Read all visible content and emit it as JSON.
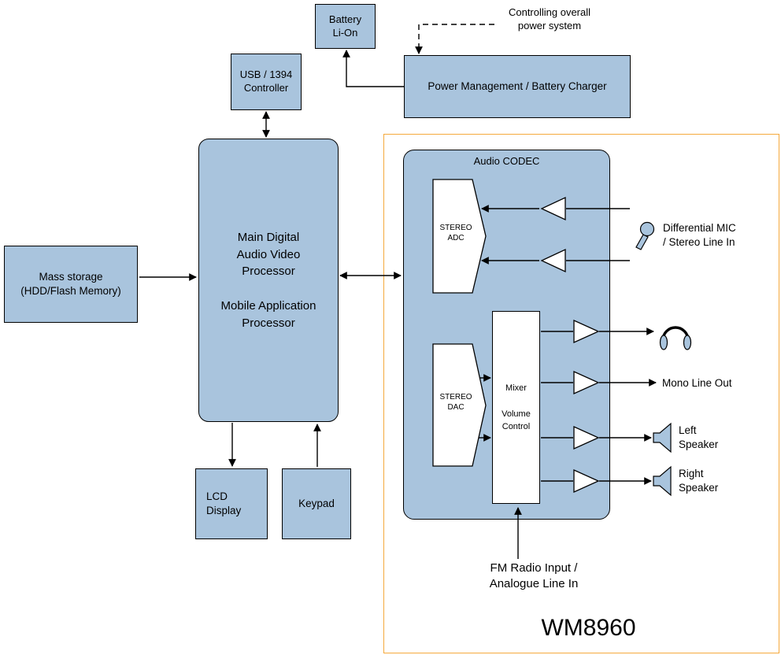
{
  "colors": {
    "node_fill": "#A9C4DD",
    "node_border": "#000000",
    "wm8960_border": "#F5A93C",
    "background": "#FFFFFF"
  },
  "nodes": {
    "battery": {
      "label": "Battery\nLi-On"
    },
    "usb_controller": {
      "label": "USB / 1394\nController"
    },
    "power_management": {
      "label": "Power Management / Battery Charger"
    },
    "power_note": {
      "label": "Controlling overall\npower system"
    },
    "main_processor": {
      "label": "Main Digital\nAudio Video\nProcessor\n\nMobile Application\nProcessor"
    },
    "mass_storage": {
      "label": "Mass storage\n(HDD/Flash Memory)"
    },
    "lcd_display": {
      "label": "LCD\nDisplay"
    },
    "keypad": {
      "label": "Keypad"
    },
    "audio_codec": {
      "label": "Audio CODEC"
    },
    "stereo_adc": {
      "label": "STEREO\nADC"
    },
    "stereo_dac": {
      "label": "STEREO\nDAC"
    },
    "mixer": {
      "label": "Mixer\n\nVolume\nControl"
    },
    "mic_label": {
      "label": "Differential MIC\n/ Stereo Line In"
    },
    "mono_line_out": {
      "label": "Mono Line Out"
    },
    "left_speaker": {
      "label": "Left\nSpeaker"
    },
    "right_speaker": {
      "label": "Right\nSpeaker"
    },
    "fm_input": {
      "label": "FM Radio Input /\nAnalogue Line In"
    },
    "chip_name": {
      "label": "WM8960"
    }
  },
  "icons": [
    "microphone-icon",
    "headphones-icon",
    "left-speaker-icon",
    "right-speaker-icon"
  ]
}
